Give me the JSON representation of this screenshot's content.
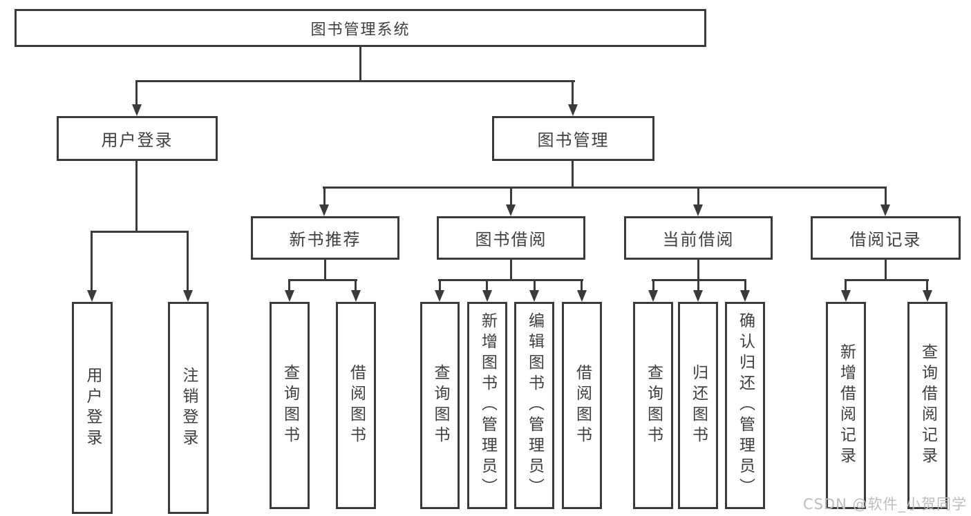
{
  "colors": {
    "background": "#ffffff",
    "line": "#3a3a3a",
    "text": "#3f3f3f",
    "watermark": "#bdbdbd"
  },
  "diagram": {
    "type": "hierarchy",
    "root": {
      "label": "图书管理系统"
    },
    "level2": [
      {
        "label": "用户登录"
      },
      {
        "label": "图书管理"
      }
    ],
    "level3": [
      {
        "label": "新书推荐",
        "parent": "图书管理"
      },
      {
        "label": "图书借阅",
        "parent": "图书管理"
      },
      {
        "label": "当前借阅",
        "parent": "图书管理"
      },
      {
        "label": "借阅记录",
        "parent": "图书管理"
      }
    ],
    "leaves": [
      {
        "group": "用户登录",
        "items": [
          "用户登录",
          "注销登录"
        ]
      },
      {
        "group": "新书推荐",
        "items": [
          "查询图书",
          "借阅图书"
        ]
      },
      {
        "group": "图书借阅",
        "items": [
          "查询图书",
          "新增图书（管理员）",
          "编辑图书（管理员）",
          "借阅图书"
        ]
      },
      {
        "group": "当前借阅",
        "items": [
          "查询图书",
          "归还图书",
          "确认归还（管理员）"
        ]
      },
      {
        "group": "借阅记录",
        "items": [
          "新增借阅记录",
          "查询借阅记录"
        ]
      }
    ]
  },
  "watermark": {
    "text": "CSDN @软件_小贺同学"
  }
}
